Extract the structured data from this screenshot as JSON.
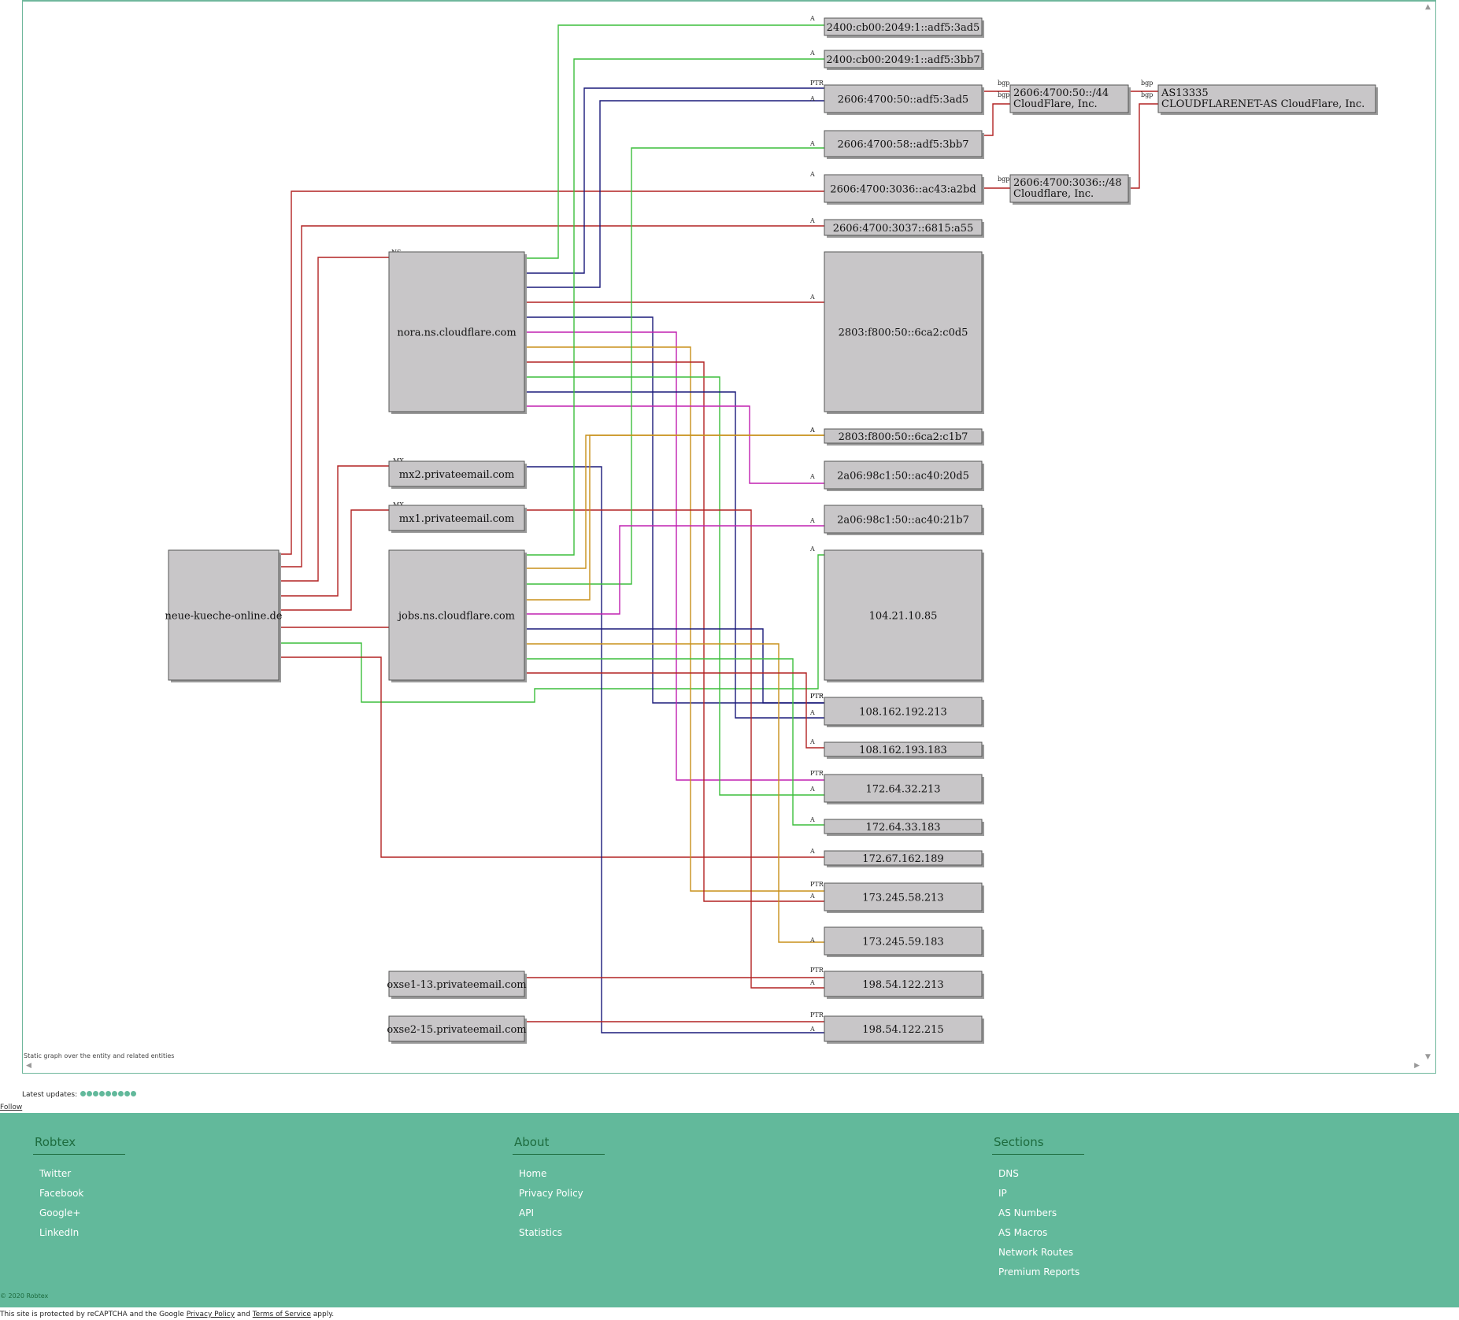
{
  "graph": {
    "caption": "Static graph over the entity and related entities",
    "nodes": [
      {
        "id": "root",
        "label": "neue-kueche-online.de"
      },
      {
        "id": "nora",
        "label": "nora.ns.cloudflare.com"
      },
      {
        "id": "mx2",
        "label": "mx2.privateemail.com"
      },
      {
        "id": "mx1",
        "label": "mx1.privateemail.com"
      },
      {
        "id": "jobs",
        "label": "jobs.ns.cloudflare.com"
      },
      {
        "id": "oxse1",
        "label": "oxse1-13.privateemail.com"
      },
      {
        "id": "oxse2",
        "label": "oxse2-15.privateemail.com"
      },
      {
        "id": "ip1",
        "label": "2400:cb00:2049:1::adf5:3ad5"
      },
      {
        "id": "ip2",
        "label": "2400:cb00:2049:1::adf5:3bb7"
      },
      {
        "id": "ip3",
        "label": "2606:4700:50::adf5:3ad5"
      },
      {
        "id": "ip4",
        "label": "2606:4700:58::adf5:3bb7"
      },
      {
        "id": "ip5",
        "label": "2606:4700:3036::ac43:a2bd"
      },
      {
        "id": "ip6",
        "label": "2606:4700:3037::6815:a55"
      },
      {
        "id": "ip7",
        "label": "2803:f800:50::6ca2:c0d5"
      },
      {
        "id": "ip8",
        "label": "2803:f800:50::6ca2:c1b7"
      },
      {
        "id": "ip9",
        "label": "2a06:98c1:50::ac40:20d5"
      },
      {
        "id": "ip10",
        "label": "2a06:98c1:50::ac40:21b7"
      },
      {
        "id": "ip11",
        "label": "104.21.10.85"
      },
      {
        "id": "ip12",
        "label": "108.162.192.213"
      },
      {
        "id": "ip13",
        "label": "108.162.193.183"
      },
      {
        "id": "ip14",
        "label": "172.64.32.213"
      },
      {
        "id": "ip15",
        "label": "172.64.33.183"
      },
      {
        "id": "ip16",
        "label": "172.67.162.189"
      },
      {
        "id": "ip17",
        "label": "173.245.58.213"
      },
      {
        "id": "ip18",
        "label": "173.245.59.183"
      },
      {
        "id": "ip19",
        "label": "198.54.122.213"
      },
      {
        "id": "ip20",
        "label": "198.54.122.215"
      },
      {
        "id": "net1",
        "label": "2606:4700:50::/44\nCloudFlare, Inc."
      },
      {
        "id": "net2",
        "label": "2606:4700:3036::/48\nCloudflare, Inc."
      },
      {
        "id": "as1",
        "label": "AS13335\nCLOUDFLARENET-AS CloudFlare, Inc."
      }
    ],
    "edge_labels": {
      "a": "A",
      "ptr": "PTR",
      "ns": "NS",
      "mx": "MX",
      "bgp": "bgp"
    },
    "colors": {
      "red": "#b22222",
      "green": "#3cbe3c",
      "navy": "#1a1a7a",
      "magenta": "#c020b0",
      "orange": "#c8901a",
      "node_fill": "#c8c6c8",
      "node_border": "#555555"
    }
  },
  "updates": {
    "label": "Latest updates:",
    "count": 9
  },
  "follow": "Follow",
  "footer": {
    "columns": [
      {
        "title": "Robtex",
        "links": [
          "Twitter",
          "Facebook",
          "Google+",
          "LinkedIn"
        ]
      },
      {
        "title": "About",
        "links": [
          "Home",
          "Privacy Policy",
          "API",
          "Statistics"
        ]
      },
      {
        "title": "Sections",
        "links": [
          "DNS",
          "IP",
          "AS Numbers",
          "AS Macros",
          "Network Routes",
          "Premium Reports"
        ]
      }
    ],
    "copyright": "© 2020 Robtex"
  },
  "recaptcha": {
    "prefix": "This site is protected by reCAPTCHA and the Google",
    "privacy": "Privacy Policy",
    "and": "and",
    "terms": "Terms of Service",
    "suffix": "apply."
  }
}
